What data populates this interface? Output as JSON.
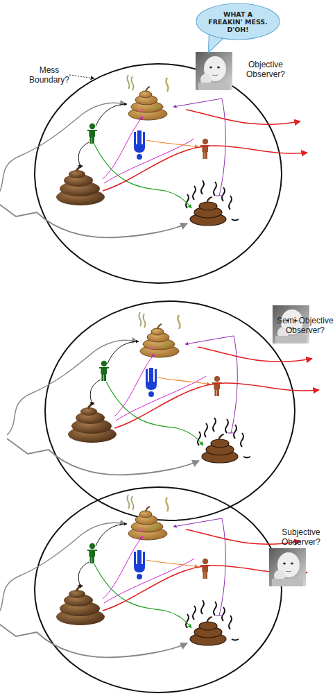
{
  "diagram": {
    "nodes": [
      {
        "text": [
          "WHAT A FREAKIN' MESS. D'OH!"
        ]
      }
    ],
    "labels": [
      "Objective Observer?",
      "Mess Boundary?",
      "Semi-Objective Observer?",
      "Subjective Observer?"
    ]
  }
}
